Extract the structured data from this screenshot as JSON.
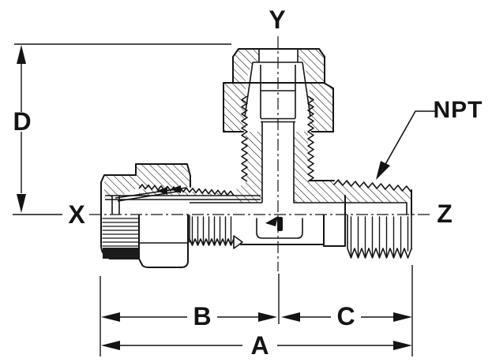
{
  "diagram": {
    "labels": {
      "top_port": "Y",
      "left_port": "X",
      "right_port": "Z",
      "thread_callout": "NPT",
      "dim_height": "D",
      "dim_left_length": "B",
      "dim_right_length": "C",
      "dim_overall_length": "A"
    },
    "colors": {
      "ink": "#141414",
      "background": "#ffffff"
    }
  }
}
